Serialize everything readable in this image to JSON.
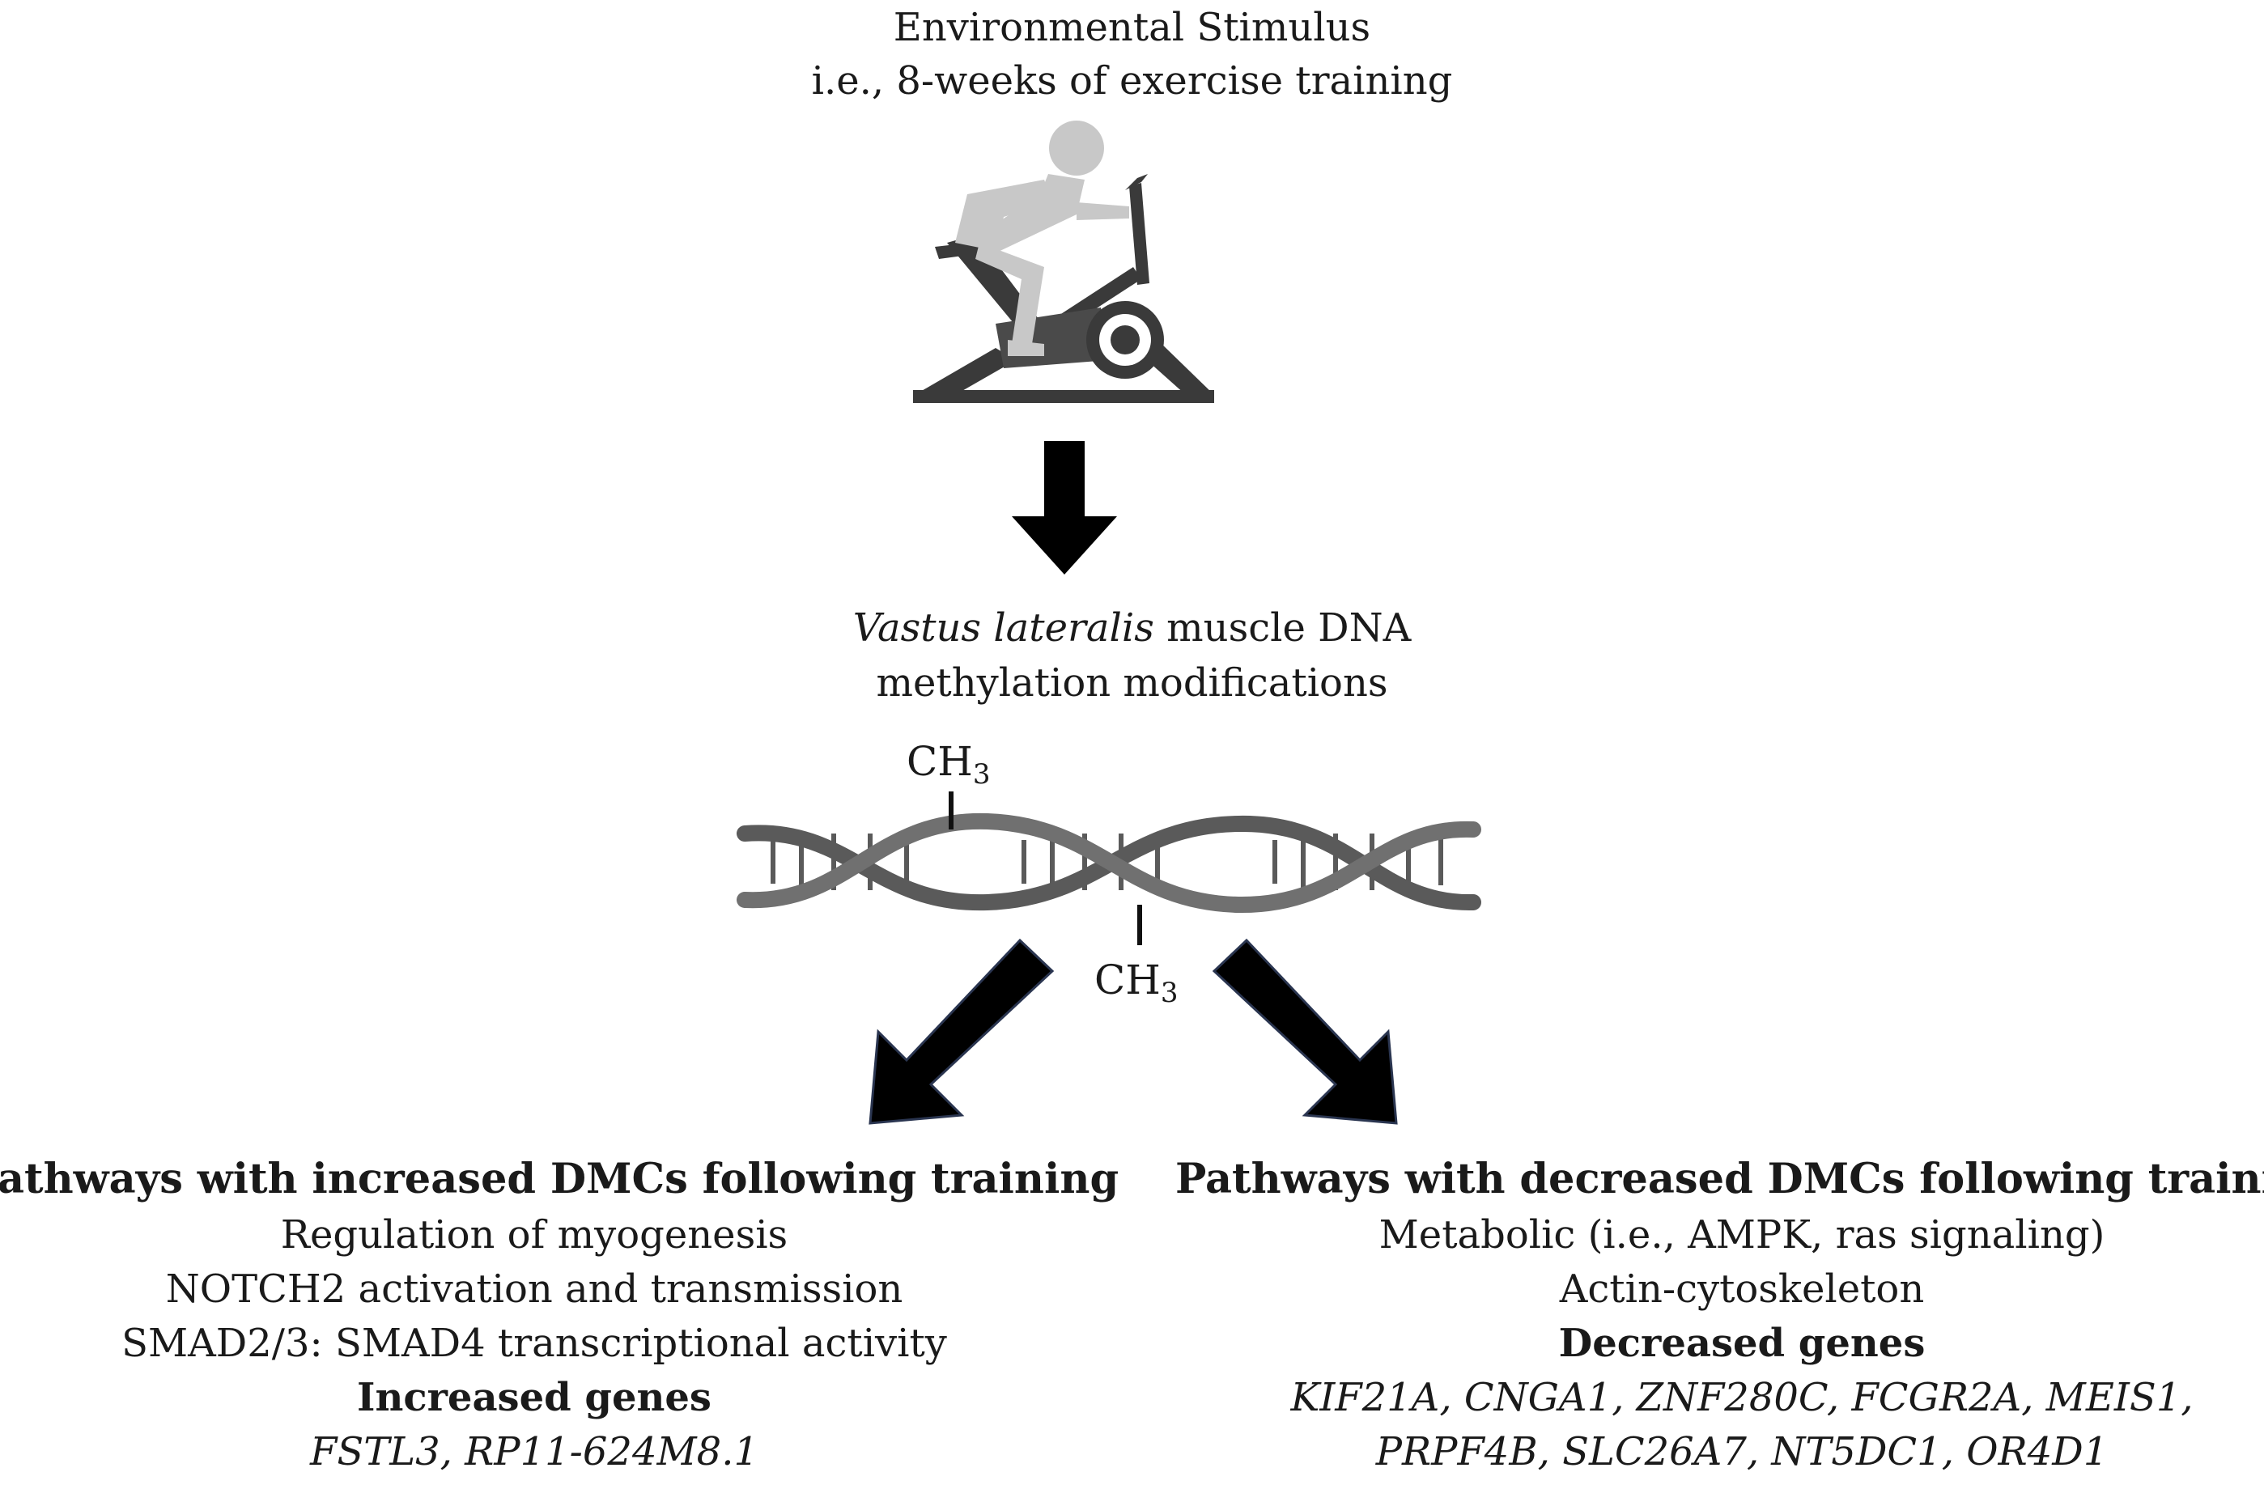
{
  "stimulus": {
    "title": "Environmental Stimulus",
    "subtitle": "i.e., 8-weeks of exercise training"
  },
  "dna": {
    "label_italic": "Vastus lateralis",
    "label_rest": " muscle DNA",
    "label_line2": "methylation modifications",
    "methyl_group_main": "CH",
    "methyl_group_subscript": "3"
  },
  "increased": {
    "heading": "Pathways with increased DMCs following training",
    "pathways": [
      "Regulation of myogenesis",
      "NOTCH2 activation and transmission",
      "SMAD2/3: SMAD4 transcriptional activity"
    ],
    "genes_heading": "Increased genes",
    "genes": [
      "FSTL3, RP11-624M8.1"
    ]
  },
  "decreased": {
    "heading": "Pathways with decreased DMCs following training",
    "pathways": [
      "Metabolic (i.e., AMPK, ras signaling)",
      "Actin-cytoskeleton"
    ],
    "genes_heading": "Decreased genes",
    "genes": [
      "KIF21A, CNGA1, ZNF280C, FCGR2A, MEIS1,",
      "PRPF4B, SLC26A7, NT5DC1, OR4D1"
    ]
  },
  "colors": {
    "text": "#1a1a1a",
    "arrow": "#000000",
    "dna": "#5a5a5a",
    "rider": "#c8c8c8",
    "bike": "#3a3a3a"
  },
  "icons": [
    "exercise-bike-icon",
    "dna-helix-icon",
    "arrow-down-icon",
    "arrow-down-left-icon",
    "arrow-down-right-icon"
  ]
}
